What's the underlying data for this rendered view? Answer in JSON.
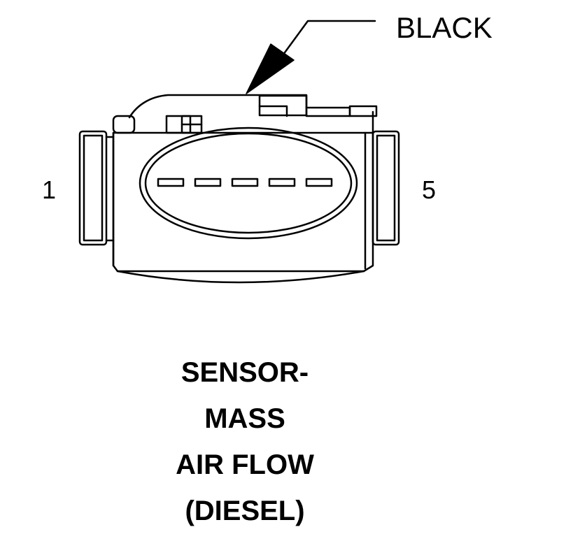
{
  "callout": {
    "label": "BLACK"
  },
  "pins": {
    "first": "1",
    "last": "5"
  },
  "caption": {
    "lines": [
      "SENSOR-",
      "MASS",
      "AIR FLOW",
      "(DIESEL)"
    ]
  },
  "connector": {
    "terminal_count": 5,
    "color": "#000000"
  }
}
